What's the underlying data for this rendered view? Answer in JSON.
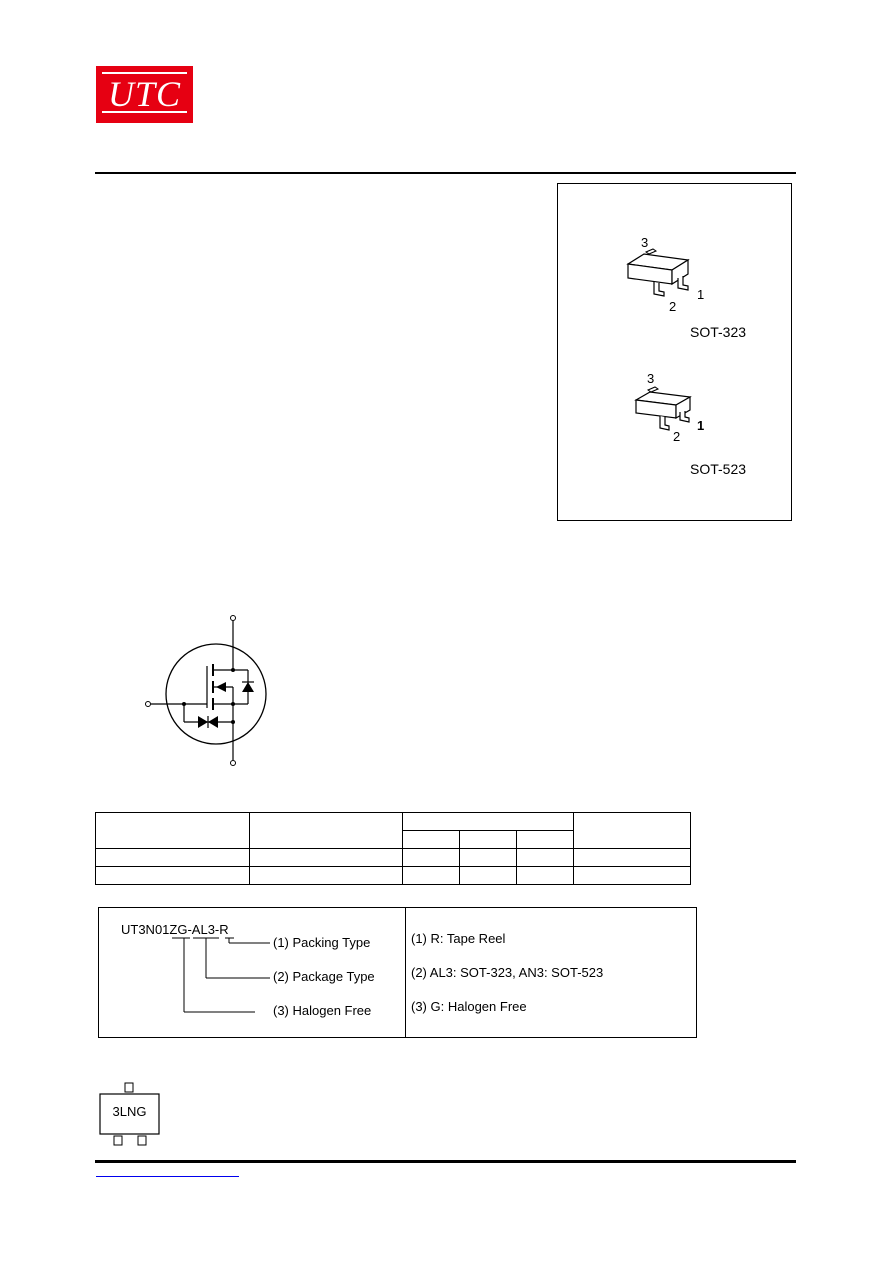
{
  "logo": {
    "text": "UTC",
    "color": "#e60012"
  },
  "packages": [
    {
      "name": "SOT-323",
      "pins": [
        "3",
        "2",
        "1"
      ]
    },
    {
      "name": "SOT-523",
      "pins": [
        "3",
        "2",
        "1"
      ]
    }
  ],
  "ordering": {
    "part_number": "UT3N01ZG-AL3-R",
    "fields": [
      {
        "label": "(1) Packing Type",
        "desc": "(1) R: Tape Reel"
      },
      {
        "label": "(2) Package Type",
        "desc": "(2) AL3: SOT-323, AN3: SOT-523"
      },
      {
        "label": "(3) Halogen Free",
        "desc": "(3) G: Halogen Free"
      }
    ]
  },
  "marking": {
    "text": "3LNG"
  },
  "colors": {
    "link": "#0000ee",
    "brand": "#e60012"
  }
}
